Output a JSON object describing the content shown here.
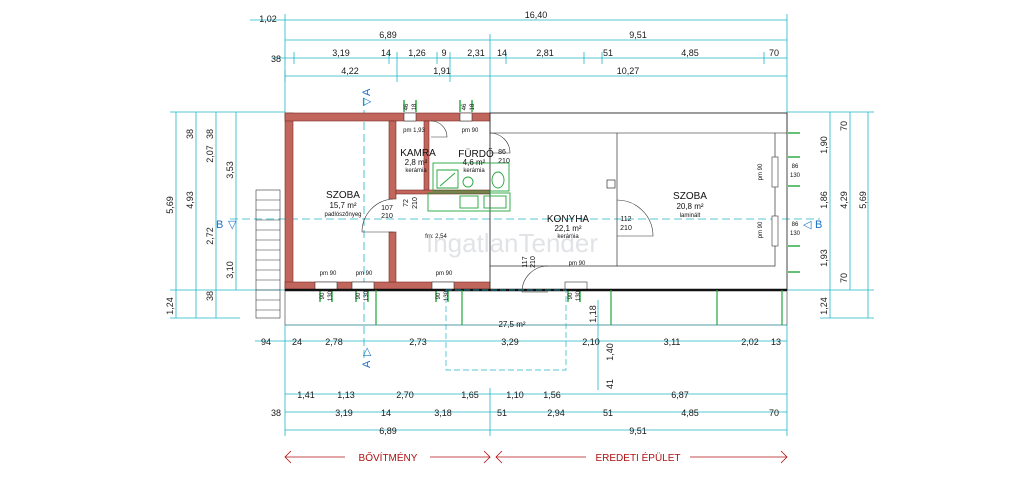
{
  "top_dims": {
    "r1": [
      "1,02",
      "16,40"
    ],
    "r2": [
      "6,89",
      "9,51"
    ],
    "r3": [
      "38",
      "3,19",
      "14",
      "1,26",
      "9",
      "2,31",
      "14",
      "2,81",
      "51",
      "4,85",
      "70"
    ],
    "r4": [
      "4,22",
      "1,91",
      "10,27"
    ]
  },
  "bottom_dims": {
    "r1": [
      "94",
      "24",
      "2,78",
      "2,73",
      "3,29",
      "2,10",
      "3,11",
      "2,02",
      "13"
    ],
    "r2": [
      "1,41",
      "1,13",
      "2,70",
      "1,65",
      "1,10",
      "1,56",
      "6,87"
    ],
    "r3": [
      "38",
      "3,19",
      "14",
      "3,18",
      "51",
      "2,94",
      "51",
      "4,85",
      "70"
    ],
    "r4": [
      "6,89",
      "9,51"
    ]
  },
  "left_dims": [
    "38",
    "2,07",
    "38",
    "4,93",
    "5,69",
    "3,53",
    "2,72",
    "3,10",
    "38",
    "1,24"
  ],
  "right_dims": [
    "70",
    "1,90",
    "4,29",
    "5,69",
    "1,86",
    "1,93",
    "70",
    "1,24"
  ],
  "rooms": [
    {
      "name": "SZOBA",
      "area": "15,7 m²",
      "floor": "padlószőnyeg"
    },
    {
      "name": "KAMRA",
      "area": "2,8 m²",
      "floor": "kerámia"
    },
    {
      "name": "FÜRDŐ",
      "area": "4,6 m²",
      "floor": "kerámia"
    },
    {
      "name": "KONYHA",
      "area": "22,1 m²",
      "floor": "kerámia"
    },
    {
      "name": "SZOBA",
      "area": "20,8 m²",
      "floor": "laminált"
    }
  ],
  "terrace": {
    "area": "27,5 m²"
  },
  "floor_level": "fm: 2,54",
  "doors": [
    {
      "w": "107",
      "h": "210"
    },
    {
      "w": "72",
      "h": "210"
    },
    {
      "w": "86",
      "h": "210"
    },
    {
      "w": "112",
      "h": "210"
    },
    {
      "w": "117",
      "h": "210"
    }
  ],
  "windows": [
    "pm 1,93",
    "pm 90",
    "pm 90",
    "pm 90",
    "pm 90",
    "pm 90",
    "pm 90",
    "pm 90"
  ],
  "window_sizes": [
    "86",
    "130",
    "86",
    "130",
    "46",
    "18",
    "120",
    "90",
    "130"
  ],
  "section_marks": {
    "a": "A",
    "b": "B"
  },
  "bottom_misc": [
    "1,18",
    "1,40",
    "41"
  ],
  "labels": {
    "extension": "BŐVÍTMÉNY",
    "original": "EREDETI ÉPÜLET"
  },
  "watermark": "IngatlanTender",
  "colors": {
    "wall": "#c1665c",
    "dim_line": "#1fb5c9",
    "green": "#22a63a",
    "blue": "#1b6fc8",
    "red": "#b01010"
  }
}
